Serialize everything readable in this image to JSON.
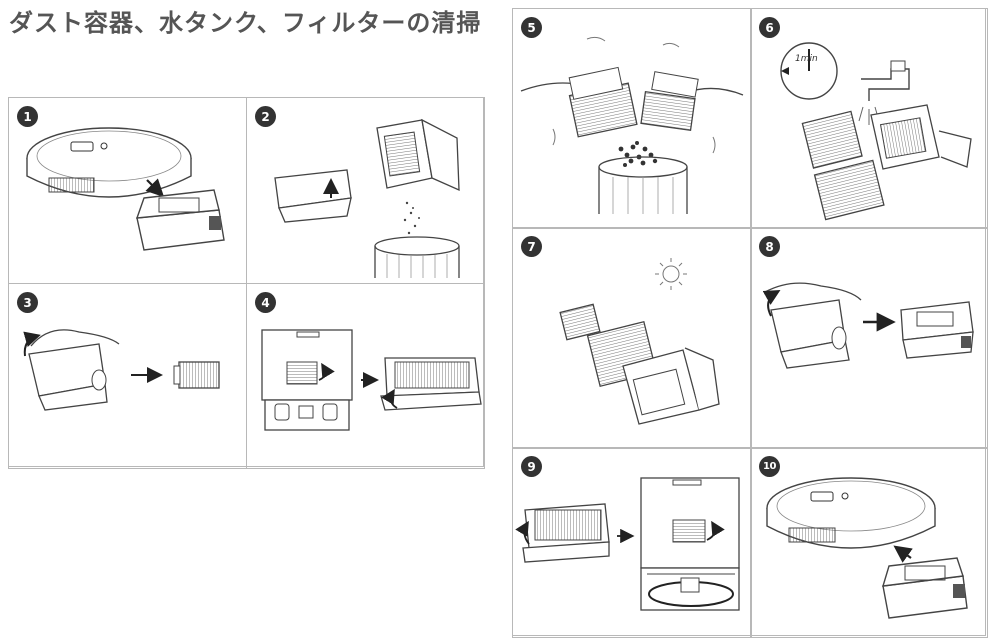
{
  "title": "ダスト容器、水タンク、フィルターの清掃",
  "icons": {
    "robot": "robot-vacuum-icon",
    "bin": "dust-bin-icon",
    "filter": "filter-icon",
    "trash": "trash-can-icon",
    "timer": "timer-icon",
    "faucet": "faucet-icon",
    "sun": "sun-icon",
    "hand": "hand-icon",
    "arrow": "arrow-right-icon",
    "station": "docking-station-icon"
  },
  "steps": [
    {
      "number": "1"
    },
    {
      "number": "2"
    },
    {
      "number": "3"
    },
    {
      "number": "4"
    },
    {
      "number": "5"
    },
    {
      "number": "6",
      "timer_label": "1min"
    },
    {
      "number": "7"
    },
    {
      "number": "8"
    },
    {
      "number": "9"
    },
    {
      "number": "10"
    }
  ]
}
